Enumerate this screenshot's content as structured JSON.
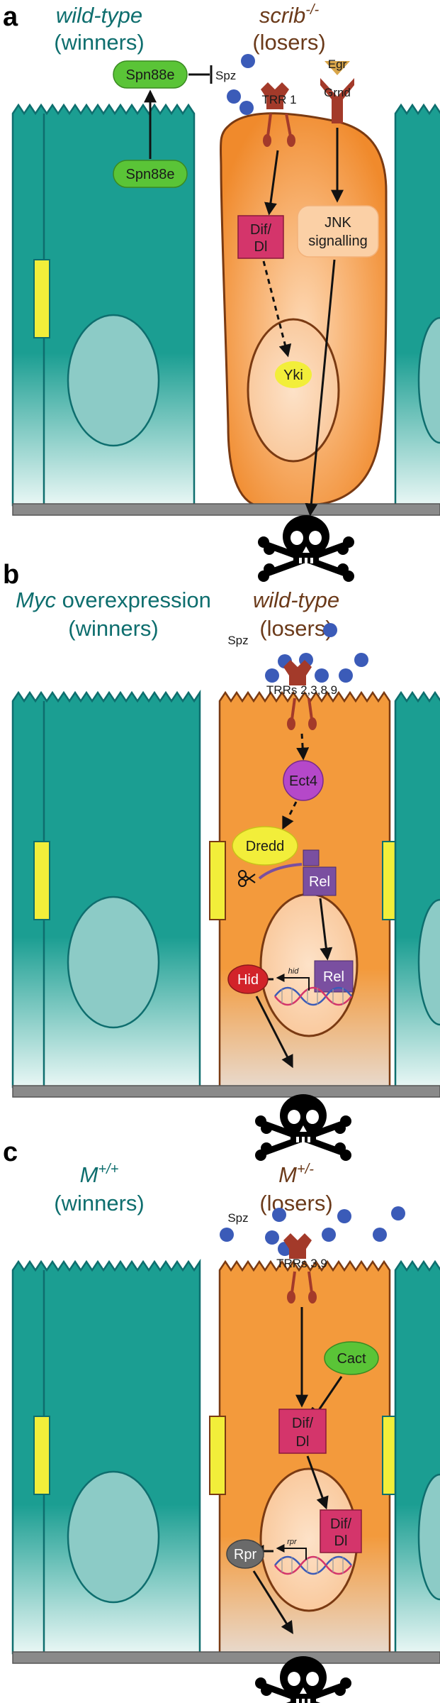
{
  "colors": {
    "teal_cell": "#1b9e92",
    "teal_dark": "#0e6e6e",
    "orange_cell": "#f39a3c",
    "nucleus": "#fbcaa0",
    "spz": "#3b5bb8",
    "receptor": "#a33a2a",
    "magenta_box": "#d4356b",
    "purple": "#7a4fa0",
    "green": "#5ac437",
    "yellow_band": "#f2ee3a",
    "ground": "#8a8a8a"
  },
  "panel_a": {
    "letter": "a",
    "left_title_1": "wild-type",
    "left_title_2": "(winners)",
    "right_title_1": "scrib",
    "right_title_sup": "-/-",
    "right_title_2": "(losers)",
    "spn88e_top": "Spn88e",
    "spn88e_bottom": "Spn88e",
    "spz": "Spz",
    "trr": "TRR 1",
    "egr": "Egr",
    "grnd": "Grnd",
    "dif_1": "Dif/",
    "dif_2": "Dl",
    "jnk_1": "JNK",
    "jnk_2": "signalling",
    "yki": "Yki"
  },
  "panel_b": {
    "letter": "b",
    "left_title_gene": "Myc",
    "left_title_rest": " overexpression",
    "left_title_2": "(winners)",
    "right_title_1": "wild-type",
    "right_title_2": "(losers)",
    "spz": "Spz",
    "trrs": "TRRs 2,3,8,9",
    "ect4": "Ect4",
    "dredd": "Dredd",
    "rel_cyto": "Rel",
    "rel_nuc": "Rel",
    "hid_gene": "hid",
    "hid": "Hid"
  },
  "panel_c": {
    "letter": "c",
    "left_title_1": "M",
    "left_title_sup": "+/+",
    "left_title_2": "(winners)",
    "right_title_1": "M",
    "right_title_sup": "+/-",
    "right_title_2": "(losers)",
    "spz": "Spz",
    "trrs": "TRRs 3,9",
    "cact": "Cact",
    "dif_1": "Dif/",
    "dif_2": "Dl",
    "dif_nuc_1": "Dif/",
    "dif_nuc_2": "Dl",
    "rpr_gene": "rpr",
    "rpr": "Rpr"
  }
}
